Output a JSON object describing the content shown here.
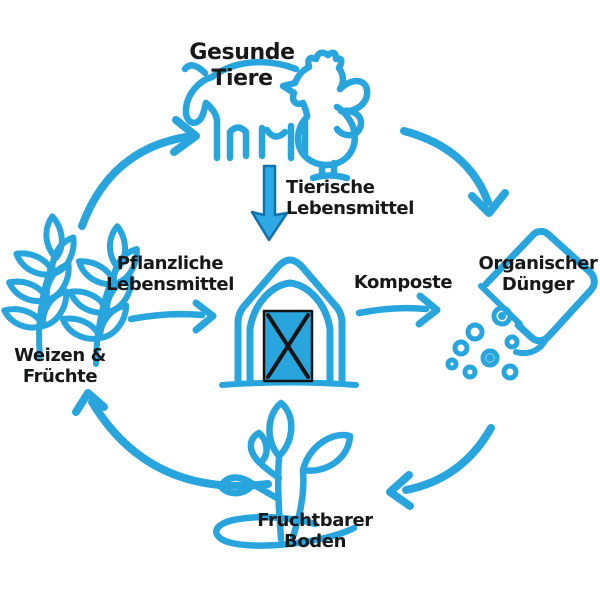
{
  "diagram": {
    "type": "circular-flow",
    "language": "de",
    "accent_color": "#29A5DE",
    "text_color": "#17181A",
    "nodes": [
      {
        "id": "animals",
        "position": "top",
        "label": "Gesunde\nTiere",
        "icon": "cow-and-chicken-icon"
      },
      {
        "id": "organic-fertilizer",
        "position": "right",
        "label": "Organischer\nDünger",
        "icon": "fertilizer-bag-icon"
      },
      {
        "id": "fertile-soil",
        "position": "bottom",
        "label": "Fruchtbarer\nBoden",
        "icon": "seedling-icon"
      },
      {
        "id": "wheat-and-fruits",
        "position": "left",
        "label": "Weizen &\nFrüchte",
        "icon": "wheat-icon"
      },
      {
        "id": "farm",
        "position": "center",
        "label": "",
        "icon": "barn-icon"
      }
    ],
    "flows": [
      {
        "from": "animals",
        "to": "farm",
        "label": "Tierische\nLebensmittel",
        "arrow": "down-block-arrow"
      },
      {
        "from": "wheat-and-fruits",
        "to": "farm",
        "label": "Pflanzliche\nLebensmittel",
        "arrow": "right-arrow"
      },
      {
        "from": "farm",
        "to": "organic-fertilizer",
        "label": "Komposte",
        "arrow": "right-arrow"
      },
      {
        "from": "wheat-and-fruits",
        "to": "animals",
        "label": "",
        "arrow": "curved-arrow-top-left"
      },
      {
        "from": "animals",
        "to": "organic-fertilizer",
        "label": "",
        "arrow": "curved-arrow-top-right"
      },
      {
        "from": "organic-fertilizer",
        "to": "fertile-soil",
        "label": "",
        "arrow": "curved-arrow-bottom-right"
      },
      {
        "from": "fertile-soil",
        "to": "wheat-and-fruits",
        "label": "",
        "arrow": "curved-arrow-bottom-left"
      }
    ]
  }
}
